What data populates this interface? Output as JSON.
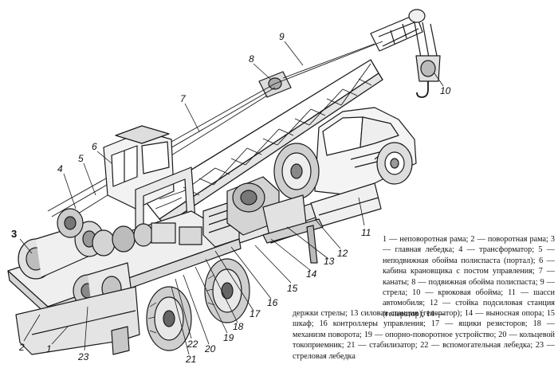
{
  "diagram": {
    "callouts": [
      "1",
      "2",
      "3",
      "4",
      "5",
      "6",
      "7",
      "8",
      "9",
      "10",
      "11",
      "12",
      "13",
      "14",
      "15",
      "16",
      "17",
      "18",
      "19",
      "20",
      "21",
      "22",
      "23"
    ]
  },
  "caption": {
    "right_block": "1 — неповоротная рама; 2 — поворотная рама; 3 — главная лебедка; 4 — трансформатор; 5 — неподвижная обойма полиспаста (портал); 6 — кабина крановщика с постом управления; 7 — канаты; 8 — подвижная обойма полиспаста; 9 — стрела; 10 — крюковая обойма; 11 — шасси автомобиля; 12 — стойка подсиловая станция (генератор); 14 —",
    "bottom_block": "держки стрелы; 13 силовая станция (генератор); 14 — выносная опора; 15 шкаф; 16 контроллеры управления; 17 — ящики резисторов; 18 — механизм поворота; 19 — опорно-поворотное устройство; 20 — кольцевой токоприемник; 21 — стабилизатор; 22 — вспомогательная лебедка; 23 — стреловая лебедка"
  }
}
